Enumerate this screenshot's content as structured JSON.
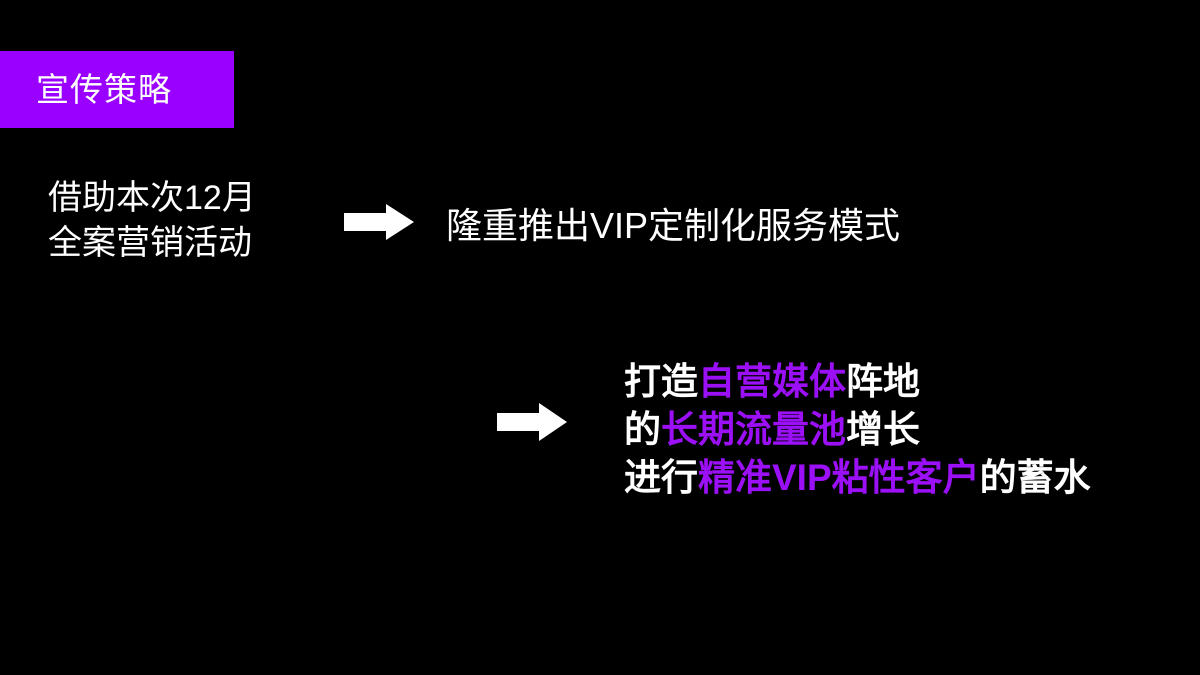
{
  "slide": {
    "background_color": "#000000",
    "accent_color": "#9900FF",
    "text_color": "#FFFFFF"
  },
  "title_banner": {
    "label": "宣传策略",
    "background_color": "#9900FF",
    "text_color": "#FFFFFF"
  },
  "flow_row_1": {
    "source_line_1": "借助本次12月",
    "source_line_2": "全案营销活动",
    "arrow_icon": "arrow-right-icon",
    "result": "隆重推出VIP定制化服务模式"
  },
  "flow_row_2": {
    "arrow_icon": "arrow-right-icon",
    "line_1": {
      "part_1": "打造",
      "part_2_accent": "自营媒体",
      "part_3": "阵地"
    },
    "line_2": {
      "part_1": "的",
      "part_2_accent": "长期流量池",
      "part_3": "增长"
    },
    "line_3": {
      "part_1": "进行",
      "part_2_accent": "精准VIP粘性客户",
      "part_3": "的蓄水"
    }
  }
}
